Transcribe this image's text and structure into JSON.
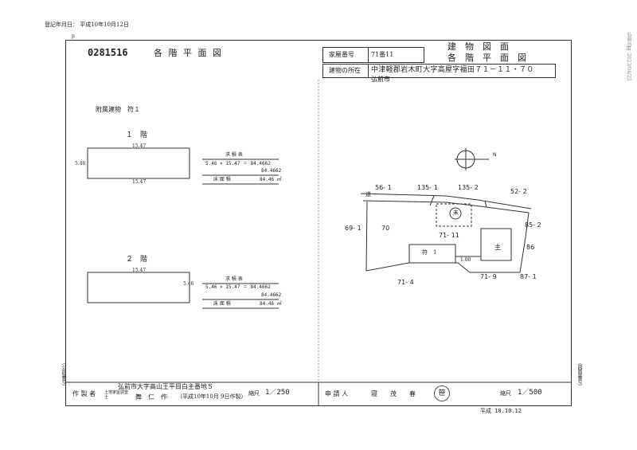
{
  "header": {
    "registration_date": "登記年月日： 平成10年10月12日",
    "small_mark": "p",
    "doc_number": "0281516",
    "floor_plan_title": "各 階 平 面 図",
    "house_number_label": "家屋番号",
    "house_number": "71番11",
    "building_plan_title": "建　物　図　面",
    "floor_plan_title_right": "各　階　平　面　図",
    "location_label": "建物の所在",
    "location_value": "中津軽郡岩木町大字高屋字福田７１－１１・７０",
    "location_stamp": "弘前市",
    "right_margin_text": "弘前台Ⅲ 2023/04/25"
  },
  "left_panel": {
    "annex_label": "附属建物　符１",
    "floor1": {
      "label": "１　階",
      "dim_top": "15.47",
      "dim_side": "5.46",
      "dim_bottom": "15.47",
      "calc_title": "求 積 表",
      "calc_formula": "5.46 × 15.47 ＝ 84.4662",
      "calc_sum": "84.4662",
      "area_label": "床 面 積",
      "area_value": "84.46 ㎡"
    },
    "floor2": {
      "label": "２　階",
      "dim_top": "15.47",
      "dim_side": "5.46",
      "calc_title": "求 積 表",
      "calc_formula": "5.46 × 15.47 ＝ 84.4662",
      "calc_sum": "84.4662",
      "area_label": "床 面 積",
      "area_value": "84.46 ㎡"
    }
  },
  "site_plan": {
    "north_label": "N",
    "road_label": "道",
    "lots": [
      "56- 1",
      "135- 1",
      "135- 2",
      "52- 2",
      "85- 2",
      "69- 1",
      "70",
      "71- 11",
      "86",
      "71- 4",
      "71- 9",
      "87- 1"
    ],
    "main_building_label": "主",
    "annex_building_label": "符　1",
    "registered_building_symbol": "未",
    "distance_label": "1.00"
  },
  "footer": {
    "author_label": "作 製 者",
    "author_address": "弘前市大字高山王平目白主番地５",
    "author_title": "土地家屋調査士",
    "author_name": "舞　仁　作",
    "author_date": "（平成10年10月 9日作製）",
    "scale_label": "縮尺",
    "scale_left": "1／250",
    "applicant_label": "申 請 人",
    "applicant_name": "寝　　茂　　春",
    "applicant_seal": "笹",
    "scale_right": "1／500",
    "bottom_date": "平成 10.10.12",
    "left_margin": "（公図番号）",
    "right_margin": "（図面番号）"
  }
}
